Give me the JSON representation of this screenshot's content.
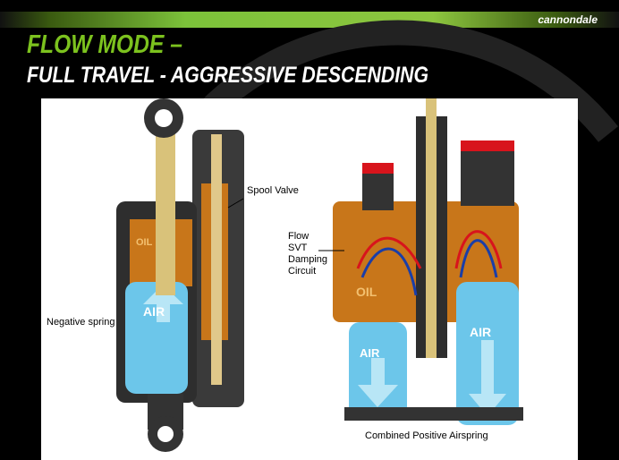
{
  "header": {
    "brand": "cannondale",
    "title": "FLOW MODE –",
    "subtitle": "FULL TRAVEL - AGGRESSIVE DESCENDING"
  },
  "labels": {
    "spool_valve": "Spool Valve",
    "negative_spring": "Negative spring",
    "flow_circuit": [
      "Flow",
      "SVT",
      "Damping",
      "Circuit"
    ],
    "combined_airspring": "Combined Positive Airspring",
    "oil": "OIL",
    "air": "AIR"
  },
  "colors": {
    "accent": "#7cc21e",
    "oil": "#c8761a",
    "air": "#6cc6ea",
    "body": "#333333",
    "shaft": "#d9c27a",
    "cap": "#d8141c"
  }
}
